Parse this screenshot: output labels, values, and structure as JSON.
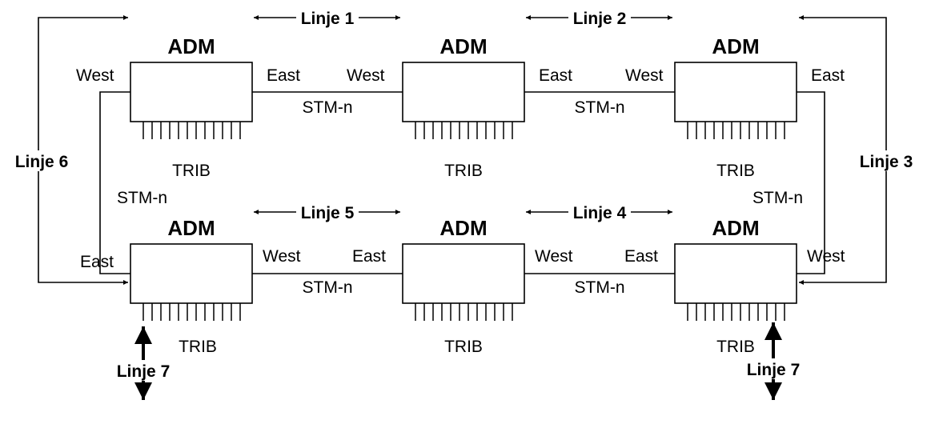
{
  "adm_label": "ADM",
  "west_label": "West",
  "east_label": "East",
  "link_label": "STM-n",
  "trib_label": "TRIB",
  "lines": {
    "linje1": "Linje 1",
    "linje2": "Linje 2",
    "linje3": "Linje 3",
    "linje4": "Linje 4",
    "linje5": "Linje 5",
    "linje6": "Linje 6",
    "linje7": "Linje 7"
  },
  "colors": {
    "stroke": "#000000",
    "background": "#ffffff"
  }
}
